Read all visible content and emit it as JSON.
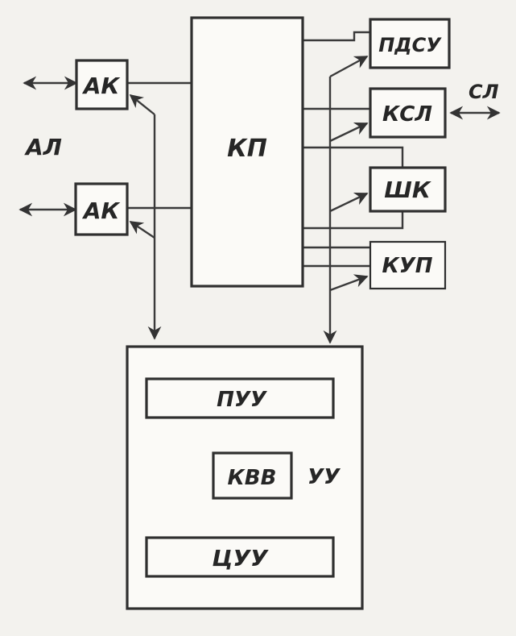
{
  "diagram": {
    "blocks": {
      "kp": "КП",
      "ak_top": "АК",
      "ak_bottom": "АК",
      "pdsu": "ПДСУ",
      "ksl": "КСЛ",
      "shk": "ШК",
      "kup": "КУП",
      "puu": "ПУУ",
      "kvv": "КВВ",
      "tsuu": "ЦУУ"
    },
    "labels": {
      "al": "АЛ",
      "sl": "СЛ",
      "uu": "УУ"
    }
  },
  "colors": {
    "line": "#3a3a3a",
    "box_stroke": "#2f2f2f",
    "box_fill": "#fbfaf7",
    "background": "#f3f2ee"
  }
}
